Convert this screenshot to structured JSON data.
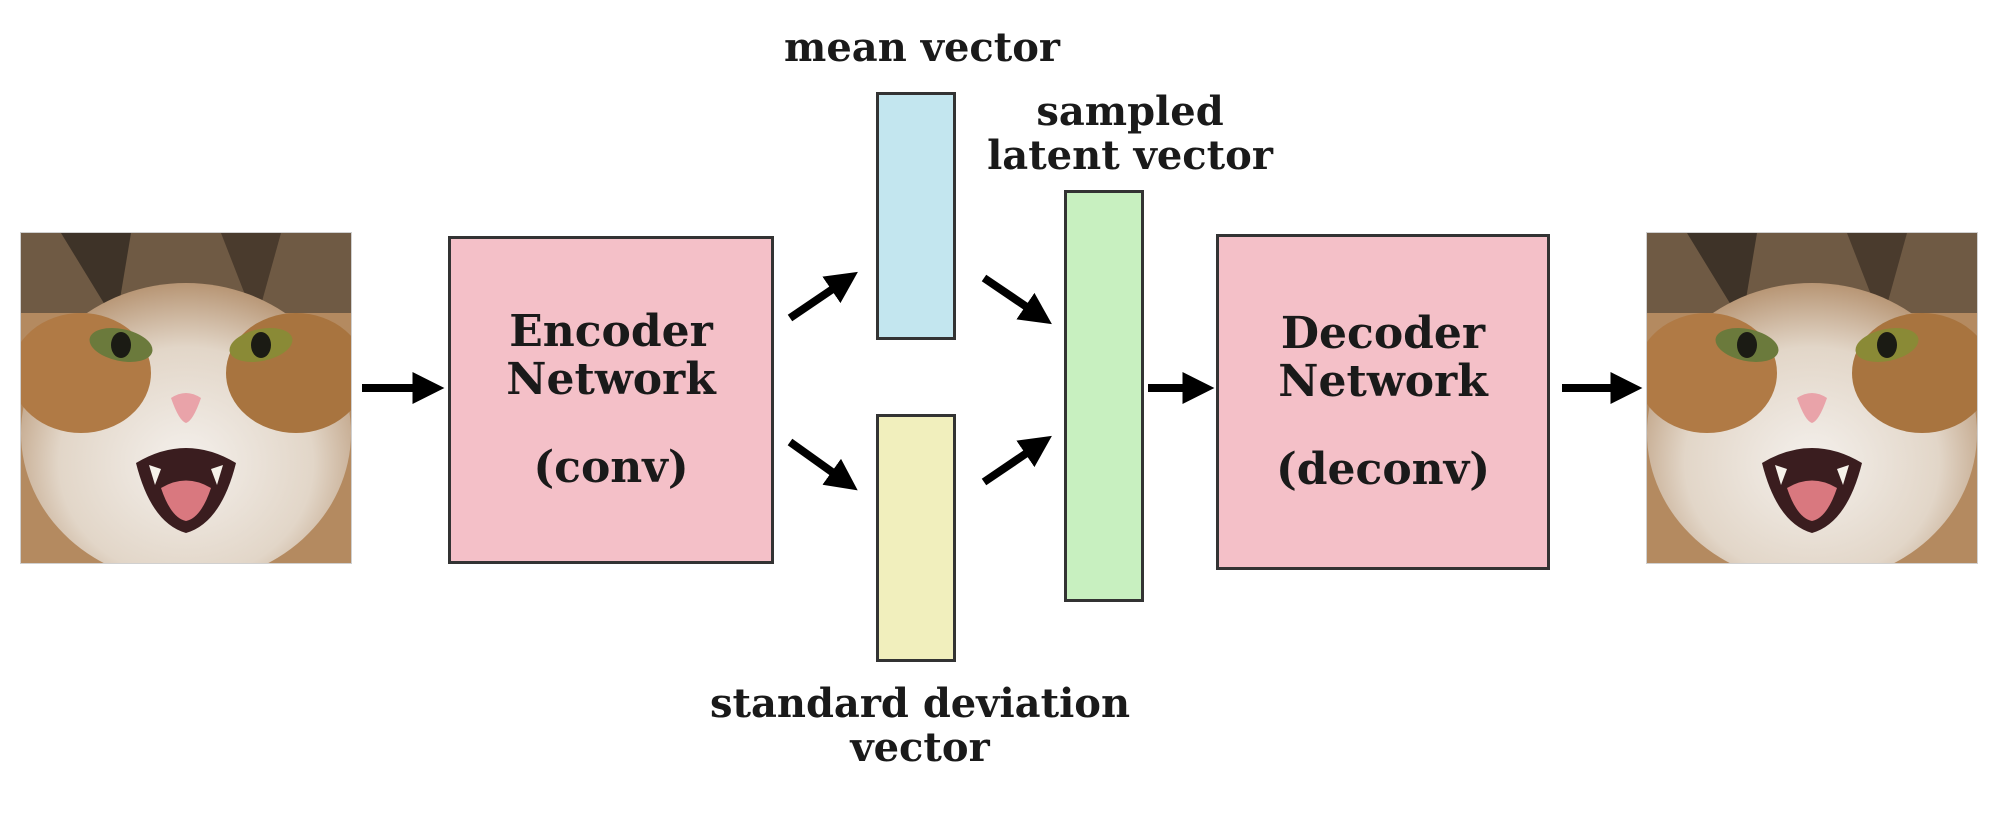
{
  "colors": {
    "network": "#f4c0c8",
    "mean": "#c3e6ef",
    "stddev": "#f1efbd",
    "latent": "#c8f0c0",
    "border": "#333333",
    "arrow": "#000000"
  },
  "input_image": {
    "icon": "cat-face-photo"
  },
  "output_image": {
    "icon": "cat-face-photo"
  },
  "encoder": {
    "line1": "Encoder",
    "line2": "Network",
    "sub": "(conv)"
  },
  "decoder": {
    "line1": "Decoder",
    "line2": "Network",
    "sub": "(deconv)"
  },
  "mean_vector": {
    "label": "mean vector"
  },
  "stddev_vector": {
    "label_line1": "standard deviation",
    "label_line2": "vector"
  },
  "latent_vector": {
    "label_line1": "sampled",
    "label_line2": "latent vector"
  }
}
